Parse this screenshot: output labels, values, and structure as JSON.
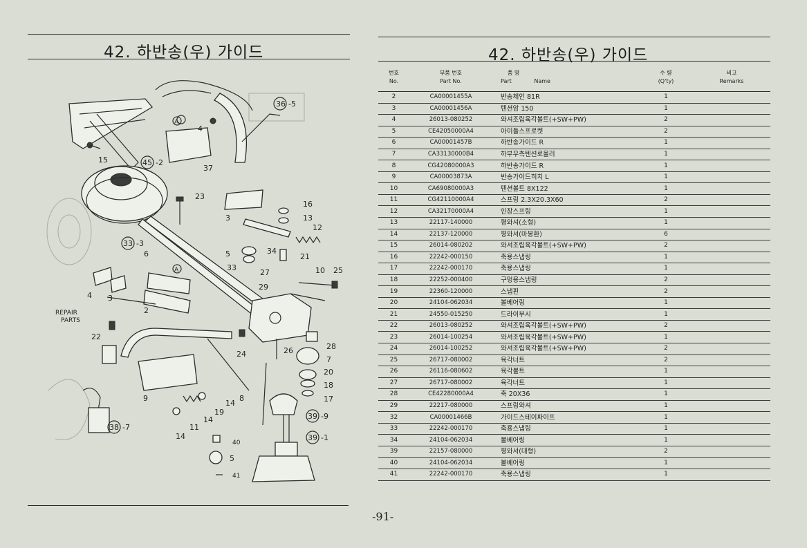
{
  "left_page": {
    "title": "42. 하반송(우) 가이드"
  },
  "right_page": {
    "title": "42. 하반송(우) 가이드",
    "page_number": "-91-"
  },
  "table": {
    "headers": {
      "no_ko": "번호",
      "no_en": "No.",
      "part_no_ko": "부품 번호",
      "part_no_en": "Part   No.",
      "name_ko": "품          명",
      "name_en_part": "Part",
      "name_en_name": "Name",
      "qty_ko": "수   량",
      "qty_en": "(Q'ty)",
      "remarks_ko": "비고",
      "remarks_en": "Remarks"
    },
    "rows": [
      {
        "no": "2",
        "part_no": "CA00001455A",
        "name": "반송체인 81R",
        "qty": "1"
      },
      {
        "no": "3",
        "part_no": "CA00001456A",
        "name": "텐션암 150",
        "qty": "1"
      },
      {
        "no": "4",
        "part_no": "26013-080252",
        "name": "와셔조립육각볼트(+SW+PW)",
        "qty": "2"
      },
      {
        "no": "5",
        "part_no": "CE42050000A4",
        "name": "아이들스프로켓",
        "qty": "2"
      },
      {
        "no": "6",
        "part_no": "CA00001457B",
        "name": "하반송가이드 R",
        "qty": "1"
      },
      {
        "no": "7",
        "part_no": "CA33130000B4",
        "name": "하부우측텐션로울러",
        "qty": "1"
      },
      {
        "no": "8",
        "part_no": "CG42080000A3",
        "name": "하반송가이드 R",
        "qty": "1"
      },
      {
        "no": "9",
        "part_no": "CA00003873A",
        "name": "반송가이드히치 L",
        "qty": "1"
      },
      {
        "no": "10",
        "part_no": "CA69080000A3",
        "name": "텐션볼트 8X122",
        "qty": "1"
      },
      {
        "no": "11",
        "part_no": "CG42110000A4",
        "name": "스프링 2.3X20.3X60",
        "qty": "2"
      },
      {
        "no": "12",
        "part_no": "CA32170000A4",
        "name": "인장스프링",
        "qty": "1"
      },
      {
        "no": "13",
        "part_no": "22117-140000",
        "name": "평와셔(소형)",
        "qty": "1"
      },
      {
        "no": "14",
        "part_no": "22137-120000",
        "name": "평와셔(마봉환)",
        "qty": "6"
      },
      {
        "no": "15",
        "part_no": "26014-080202",
        "name": "와셔조립육각볼트(+SW+PW)",
        "qty": "2"
      },
      {
        "no": "16",
        "part_no": "22242-000150",
        "name": "축용스냅링",
        "qty": "1"
      },
      {
        "no": "17",
        "part_no": "22242-000170",
        "name": "축용스냅링",
        "qty": "1"
      },
      {
        "no": "18",
        "part_no": "22252-000400",
        "name": "구멍용스냅링",
        "qty": "2"
      },
      {
        "no": "19",
        "part_no": "22360-120000",
        "name": "스냅핀",
        "qty": "2"
      },
      {
        "no": "20",
        "part_no": "24104-062034",
        "name": "볼베어링",
        "qty": "1"
      },
      {
        "no": "21",
        "part_no": "24550-015250",
        "name": "드라이부시",
        "qty": "1"
      },
      {
        "no": "22",
        "part_no": "26013-080252",
        "name": "와셔조립육각볼트(+SW+PW)",
        "qty": "2"
      },
      {
        "no": "23",
        "part_no": "26014-100254",
        "name": "와셔조립육각볼트(+SW+PW)",
        "qty": "1"
      },
      {
        "no": "24",
        "part_no": "26014-100252",
        "name": "와셔조립육각볼트(+SW+PW)",
        "qty": "2"
      },
      {
        "no": "25",
        "part_no": "26717-080002",
        "name": "육각너트",
        "qty": "2"
      },
      {
        "no": "26",
        "part_no": "26116-080602",
        "name": "육각볼트",
        "qty": "1"
      },
      {
        "no": "27",
        "part_no": "26717-080002",
        "name": "육각너트",
        "qty": "1"
      },
      {
        "no": "28",
        "part_no": "CE42280000A4",
        "name": "축 20X36",
        "qty": "1"
      },
      {
        "no": "29",
        "part_no": "22217-080000",
        "name": "스프링와셔",
        "qty": "1"
      },
      {
        "no": "32",
        "part_no": "CA00001466B",
        "name": "가이드스테이파이프",
        "qty": "1"
      },
      {
        "no": "33",
        "part_no": "22242-000170",
        "name": "축용스냅링",
        "qty": "1"
      },
      {
        "no": "34",
        "part_no": "24104-062034",
        "name": "볼베어링",
        "qty": "1"
      },
      {
        "no": "39",
        "part_no": "22157-080000",
        "name": "평와셔(대형)",
        "qty": "2"
      },
      {
        "no": "40",
        "part_no": "24104-062034",
        "name": "볼베어링",
        "qty": "1"
      },
      {
        "no": "41",
        "part_no": "22242-000170",
        "name": "축용스냅링",
        "qty": "1"
      }
    ]
  },
  "diagram": {
    "callouts": [
      "36",
      "-5",
      "45",
      "-2",
      "37",
      "4",
      "15",
      "23",
      "16",
      "13",
      "12",
      "3",
      "33",
      "-3",
      "34",
      "5",
      "21",
      "6",
      "27",
      "29",
      "10",
      "25",
      "33",
      "A",
      "A",
      "4",
      "3",
      "2",
      "REPAIR",
      "PARTS",
      "22",
      "26",
      "28",
      "24",
      "7",
      "20",
      "18",
      "17",
      "9",
      "39",
      "-9",
      "39",
      "-1",
      "8",
      "14",
      "19",
      "11",
      "14",
      "14",
      "38",
      "-7",
      "40",
      "5",
      "41"
    ]
  }
}
